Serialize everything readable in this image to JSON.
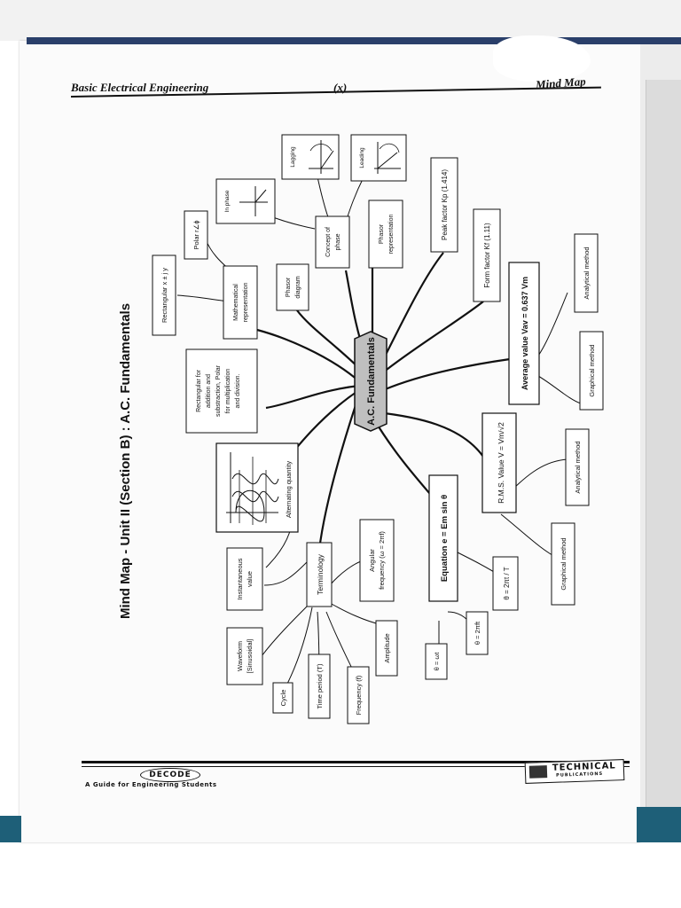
{
  "header": {
    "left_title": "Basic Electrical Engineering",
    "page_number": "(x)",
    "right_title": "Mind Map"
  },
  "diagram": {
    "title": "Mind Map - Unit II (Section B) : A.C. Fundamentals",
    "center": "A.C. Fundamentals",
    "nodes": {
      "terminology": "Terminology",
      "instantaneous_1": "Instantaneous",
      "instantaneous_2": "value",
      "waveform_1": "Waveform",
      "waveform_2": "[Sinusoidal]",
      "cycle": "Cycle",
      "time_period": "Time period (T)",
      "frequency": "Frequency (f)",
      "amplitude": "Amplitude",
      "angular_1": "Angular",
      "angular_2": "frequency (ω = 2πf)",
      "alternating_quantity": "Alternating quantity",
      "rect_addition_1": "Rectangular for",
      "rect_addition_2": "addition and",
      "rect_addition_3": "substraction, Polar",
      "rect_addition_4": "for multiplication",
      "rect_addition_5": "and division.",
      "rectangular": "Rectangular x ± j y",
      "polar": "Polar r∠ϕ",
      "math_rep_1": "Mathematical",
      "math_rep_2": "representation",
      "phasor_diagram_1": "Phasor",
      "phasor_diagram_2": "diagram",
      "concept_phase_1": "Concept of",
      "concept_phase_2": "phase",
      "in_phase": "In phase",
      "lagging": "Lagging",
      "leading": "Leading",
      "phasor_rep_1": "Phasor",
      "phasor_rep_2": "representation",
      "peak_factor": "Peak factor Kp (1.414)",
      "form_factor": "Form factor Kf (1.11)",
      "average_value": "Average value Vav = 0.637 Vm",
      "analytical_avg": "Analytical method",
      "graphical_avg": "Graphical method",
      "rms_value": "R.M.S. Value V = Vm/√2",
      "analytical_rms": "Analytical method",
      "graphical_rms": "Graphical method",
      "equation": "Equation e = Em sin θ",
      "theta_2pit": "θ = 2πt / T",
      "theta_2pift": "θ = 2πft",
      "theta_wt": "θ = ωt"
    }
  },
  "footer": {
    "brand": "DECODE",
    "tagline": "A Guide for Engineering Students",
    "publisher": "TECHNICAL",
    "publisher_sub": "PUBLICATIONS"
  }
}
